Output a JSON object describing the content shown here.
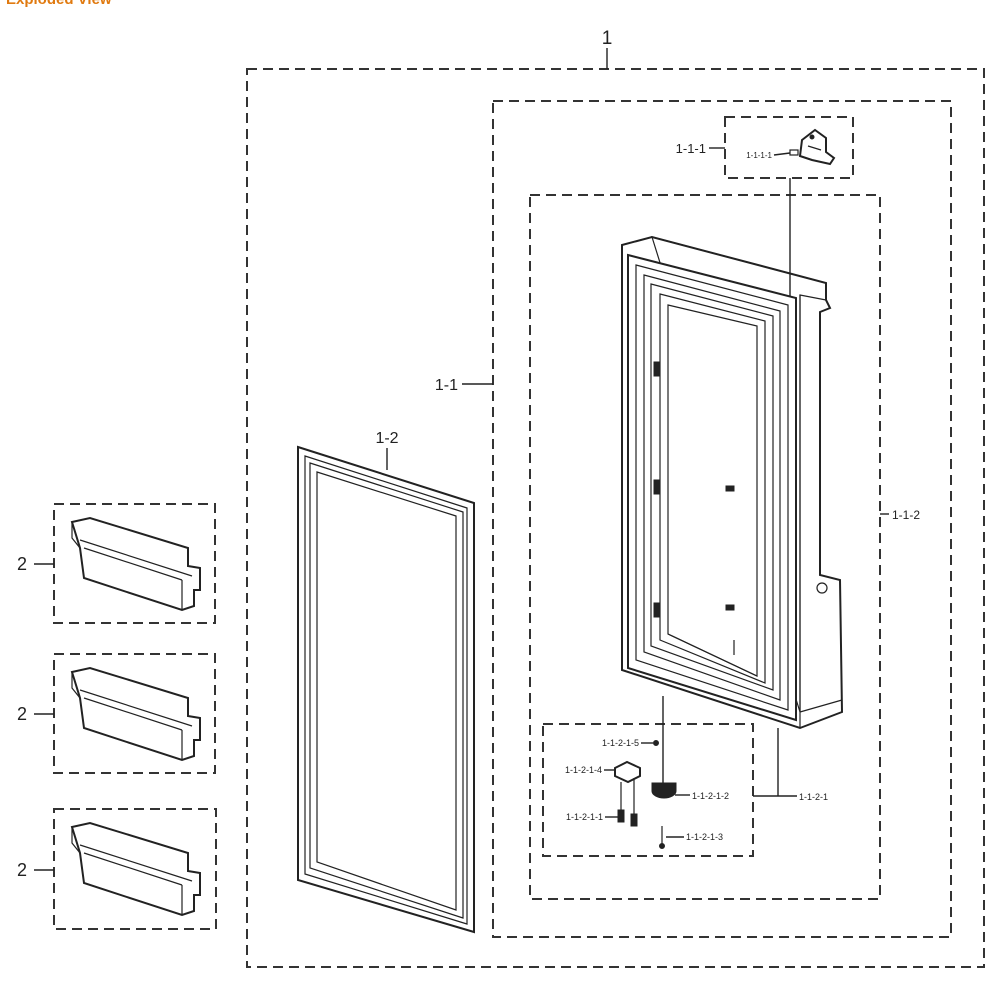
{
  "title": "Exploded View",
  "labels": {
    "assembly": "1",
    "door_assembly": "1-1",
    "hinge": "1-1-1",
    "hinge_part": "1-1-1-1",
    "door_foam": "1-1-2",
    "cap_assembly": "1-1-2-1",
    "cap_part_1": "1-1-2-1-1",
    "cap_part_2": "1-1-2-1-2",
    "cap_part_3": "1-1-2-1-3",
    "cap_part_4": "1-1-2-1-4",
    "cap_part_5": "1-1-2-1-5",
    "gasket": "1-2",
    "guard_1": "2",
    "guard_2": "2",
    "guard_3": "2"
  }
}
